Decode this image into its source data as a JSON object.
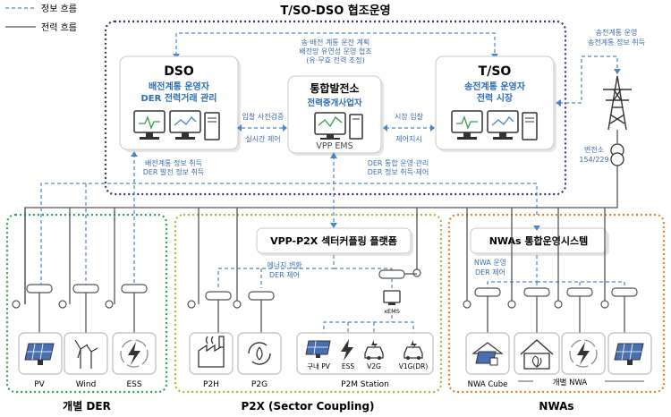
{
  "legend": {
    "info_flow": "정보 흐름",
    "power_flow": "전력 흐름"
  },
  "cooperation": {
    "title": "T/SO-DSO 협조운영"
  },
  "dso": {
    "title": "DSO",
    "line1": "배전계통 운영자",
    "line2": "DER 전력거래 관리"
  },
  "vpp": {
    "title": "통합발전소",
    "line1": "전력중개사업자",
    "ems": "VPP EMS"
  },
  "tso": {
    "title": "T/SO",
    "line1": "송전계통 운영자",
    "line2": "전력 시장"
  },
  "flows": {
    "top1": "송·배전 계통 운전 계획",
    "top2": "배전망 유연성 운영 협조",
    "top3": "(유·무효 전력 조정)",
    "dso_vpp_1": "입찰 사전검증",
    "dso_vpp_2": "실시간 제어",
    "vpp_tso_1": "시장 입찰",
    "vpp_tso_2": "제어지시",
    "dso_down_1": "배전계통 정보 취득",
    "dso_down_2": "DER 발전 정보 취득",
    "vpp_down_1": "DER 통합 운영·관리",
    "vpp_down_2": "DER 정보 취득·제어",
    "tso_right_1": "송전계통 운영",
    "tso_right_2": "송전계통 정보 취득",
    "p2x_note_1": "에너지 변환",
    "p2x_note_2": "DER 제어",
    "nwa_note_1": "NWA 운영",
    "nwa_note_2": "DER 제어"
  },
  "substation": {
    "line1": "변전소",
    "line2": "154/229"
  },
  "p2x_platform": {
    "title": "VPP-P2X 섹터커플링 플랫폼"
  },
  "nwa_system": {
    "title": "NWAs 통합운영시스템"
  },
  "xems": "xEMS",
  "devices": {
    "pv": "PV",
    "wind": "Wind",
    "ess": "ESS",
    "p2h": "P2H",
    "p2g": "P2G",
    "station_pv": "구내 PV",
    "station_ess": "ESS",
    "station_v2g": "V2G",
    "station_v1g": "V1G(DR)",
    "station": "P2M Station",
    "nwa_cube": "NWA Cube",
    "nwa_individual": "개별 NWA"
  },
  "groups": {
    "der": "개별 DER",
    "p2x": "P2X (Sector Coupling)",
    "nwa": "NWAs"
  },
  "colors": {
    "purple": "#4b2a66",
    "green_der": "#3aa15a",
    "green_p2x": "#9bc23a",
    "orange": "#e0872a",
    "blue": "#2e6db4",
    "info": "#4a86c5"
  },
  "icons": [
    "solar-panel-icon",
    "wind-turbine-icon",
    "lightning-icon",
    "factory-icon",
    "gas-cycle-icon",
    "ev-car-icon",
    "house-leaf-icon",
    "transmission-tower-icon",
    "transformer-icon",
    "computer-icon",
    "meter-icon"
  ]
}
